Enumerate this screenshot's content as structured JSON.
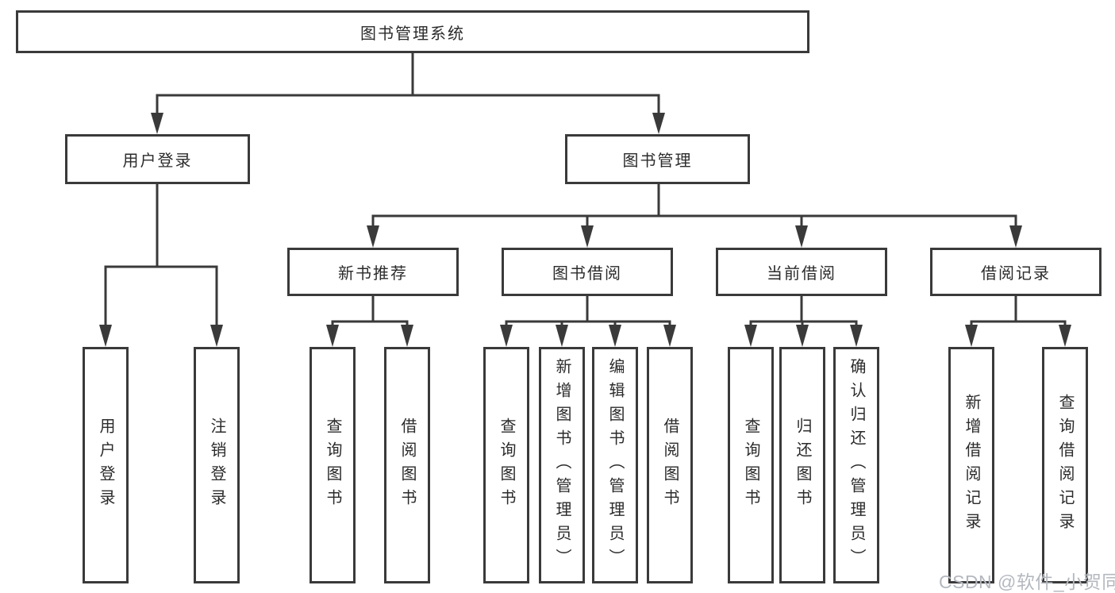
{
  "root": {
    "label": "图书管理系统"
  },
  "level2": [
    {
      "label": "用户登录",
      "children": [
        {
          "label": "用户登录"
        },
        {
          "label": "注销登录"
        }
      ]
    },
    {
      "label": "图书管理",
      "children": [
        {
          "label": "新书推荐",
          "children": [
            {
              "label": "查询图书"
            },
            {
              "label": "借阅图书"
            }
          ]
        },
        {
          "label": "图书借阅",
          "children": [
            {
              "label": "查询图书"
            },
            {
              "label": "新增图书（管理员）"
            },
            {
              "label": "编辑图书（管理员）"
            },
            {
              "label": "借阅图书"
            }
          ]
        },
        {
          "label": "当前借阅",
          "children": [
            {
              "label": "查询图书"
            },
            {
              "label": "归还图书"
            },
            {
              "label": "确认归还（管理员）"
            }
          ]
        },
        {
          "label": "借阅记录",
          "children": [
            {
              "label": "新增借阅记录"
            },
            {
              "label": "查询借阅记录"
            }
          ]
        }
      ]
    }
  ],
  "watermark": "CSDN @软件_小贺同学",
  "colors": {
    "line": "#3a3a3a",
    "box_border": "#3a3a3a",
    "box_fill": "#ffffff",
    "text": "#2b2b2b",
    "watermark": "#b4b8bf",
    "background": "#ffffff"
  }
}
